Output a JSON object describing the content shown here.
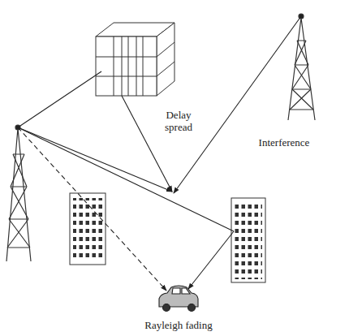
{
  "diagram": {
    "labels": [
      "Delay spread",
      "Interference",
      "Rayleigh fading"
    ]
  }
}
